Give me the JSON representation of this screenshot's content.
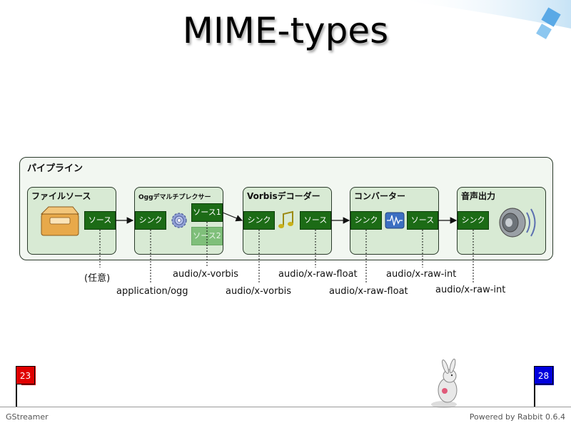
{
  "title": "MIME-types",
  "pipeline": {
    "title": "パイプライン",
    "elements": [
      {
        "title": "ファイルソース",
        "pads": [
          "ソース"
        ]
      },
      {
        "title": "Oggデマルチプレクサー",
        "pads": [
          "シンク",
          "ソース1",
          "ソース2"
        ]
      },
      {
        "title": "Vorbisデコーダー",
        "pads": [
          "シンク",
          "ソース"
        ]
      },
      {
        "title": "コンバーター",
        "pads": [
          "シンク",
          "ソース"
        ]
      },
      {
        "title": "音声出力",
        "pads": [
          "シンク"
        ]
      }
    ]
  },
  "caps": [
    "(任意)",
    "application/ogg",
    "audio/x-vorbis",
    "audio/x-vorbis",
    "audio/x-raw-float",
    "audio/x-raw-float",
    "audio/x-raw-int",
    "audio/x-raw-int"
  ],
  "nav": {
    "current_page": "23",
    "total_pages": "28"
  },
  "footer": {
    "left": "GStreamer",
    "right": "Powered by Rabbit 0.6.4"
  },
  "icons": [
    "package-icon",
    "gear-icon",
    "music-note-icon",
    "waveform-icon",
    "speaker-icon",
    "rabbit-icon"
  ],
  "colors": {
    "pad": "#1c6b16",
    "pad_disabled": "#7fbf7a",
    "element_bg": "#d8ead4",
    "current_flag": "#e00000",
    "total_flag": "#0000dd"
  }
}
